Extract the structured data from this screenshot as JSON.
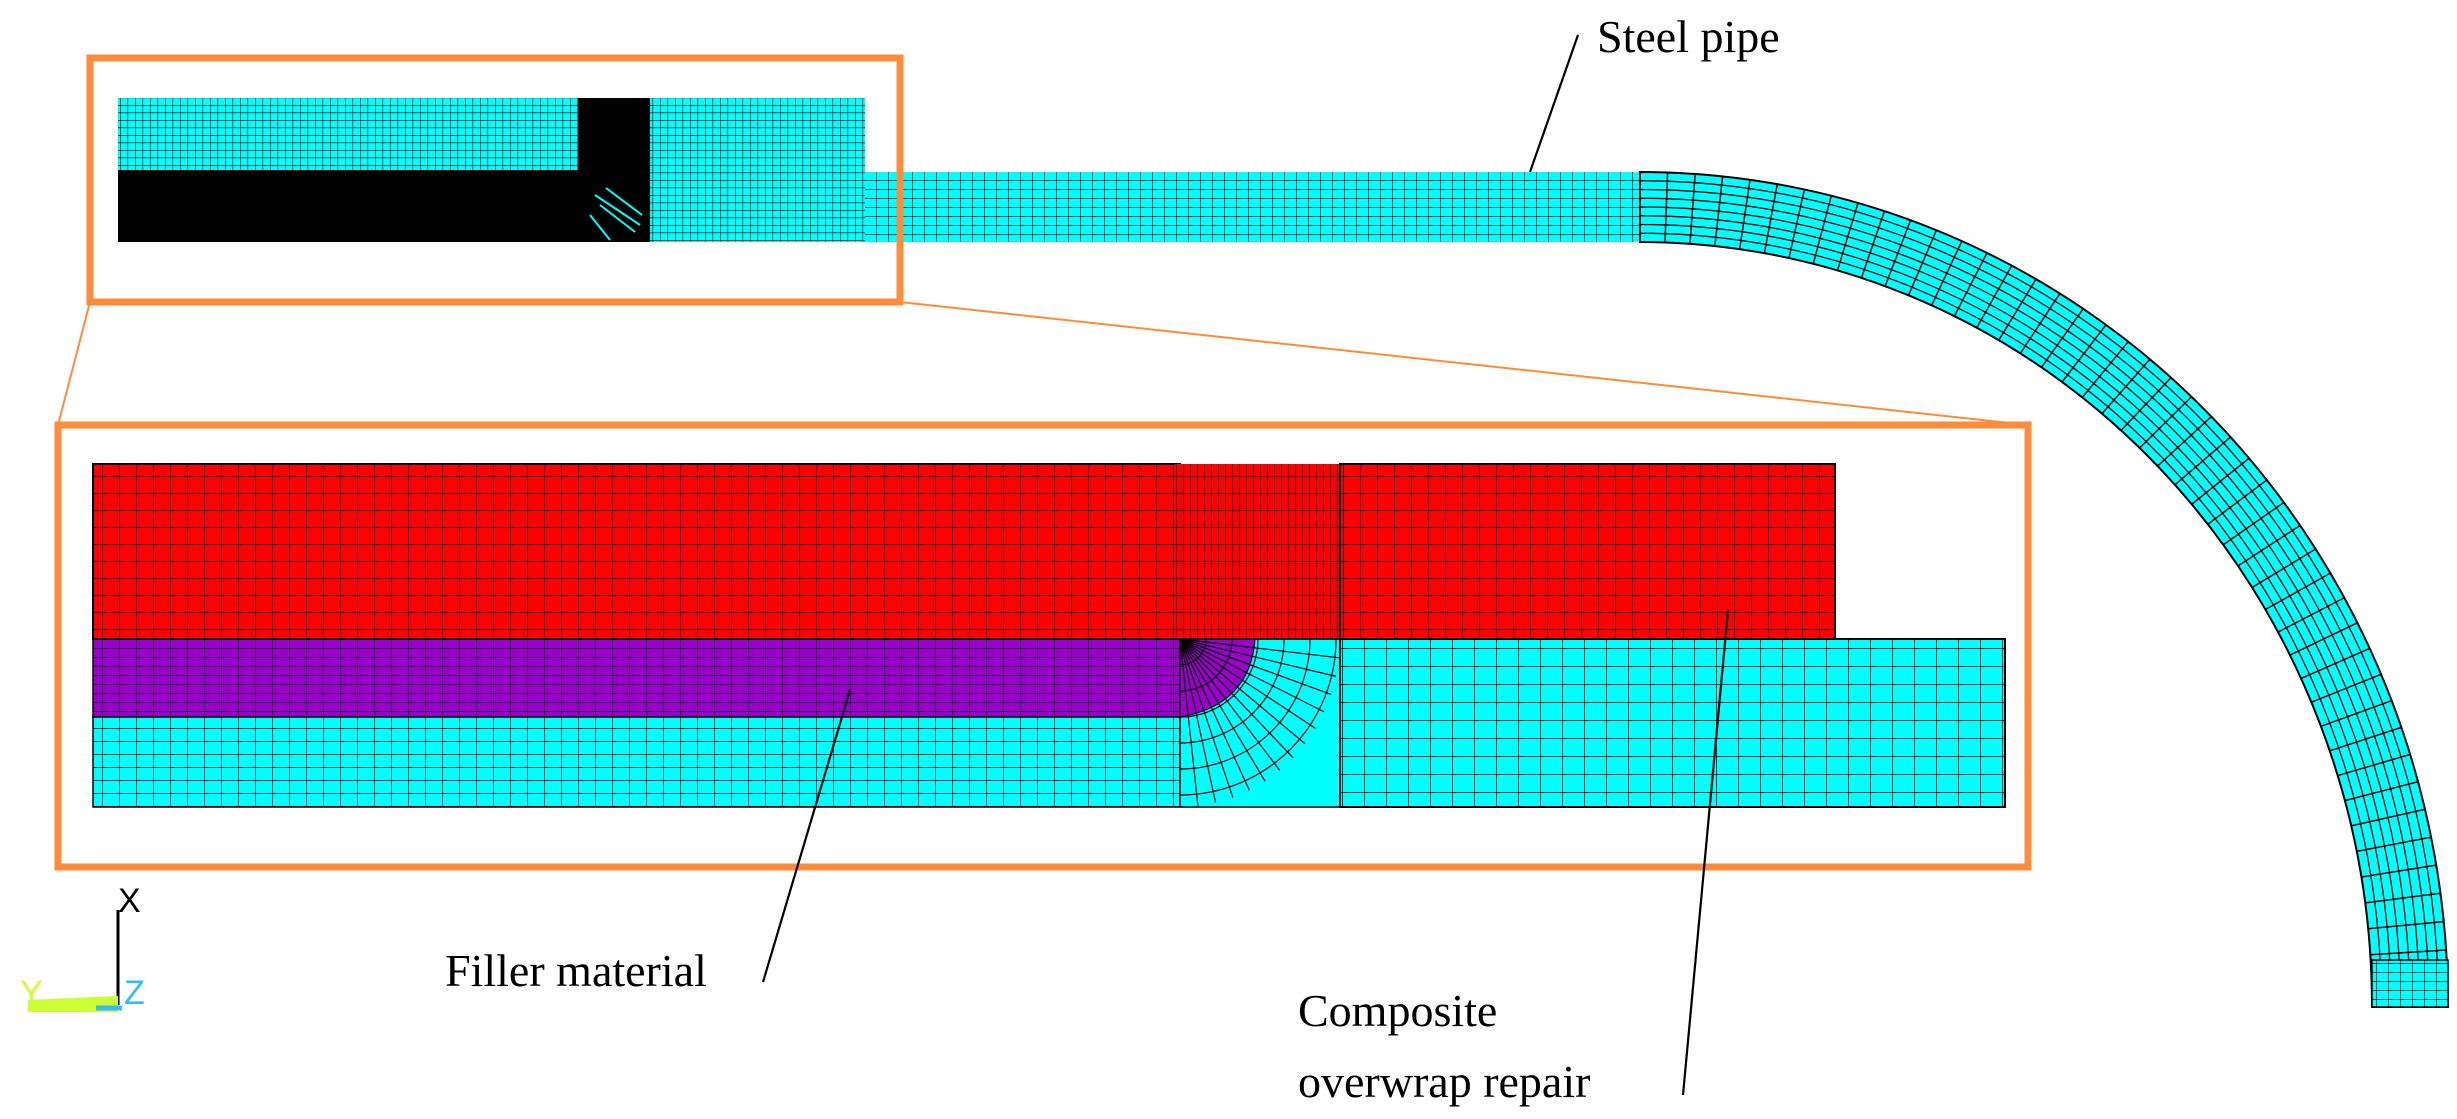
{
  "labels": {
    "steel_pipe": "Steel pipe",
    "filler": "Filler material",
    "composite_line1": "Composite",
    "composite_line2": "overwrap repair"
  },
  "axes": {
    "x": "X",
    "y": "Y",
    "z": "Z"
  },
  "colors": {
    "steel": "#00ffff",
    "composite": "#ff0000",
    "filler": "#9900cc",
    "mesh_line": "#000000",
    "highlight_frame": "#ff8c3a",
    "axis_x": "#000000",
    "axis_y": "#ccff33",
    "axis_z": "#33bbff"
  }
}
